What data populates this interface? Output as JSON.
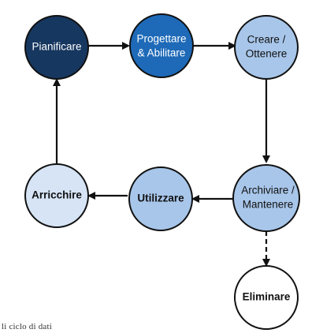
{
  "nodes": {
    "pianificare": {
      "lines": [
        "Pianificare"
      ],
      "fill": "#16375f"
    },
    "progettare": {
      "lines": [
        "Progettare",
        "& Abilitare"
      ],
      "fill": "#1e6ab8"
    },
    "creare": {
      "lines": [
        "Creare /",
        "Ottenere"
      ],
      "fill": "#a8c6ea"
    },
    "archiviare": {
      "lines": [
        "Archiviare /",
        "Mantenere"
      ],
      "fill": "#a8c6ea"
    },
    "utilizzare": {
      "lines": [
        "Utilizzare"
      ],
      "fill": "#a8c6ea"
    },
    "arricchire": {
      "lines": [
        "Arricchire"
      ],
      "fill": "#d6e4f5"
    },
    "eliminare": {
      "lines": [
        "Eliminare"
      ],
      "fill": "#ffffff"
    }
  },
  "caption_fragment": "li ciclo di dati"
}
